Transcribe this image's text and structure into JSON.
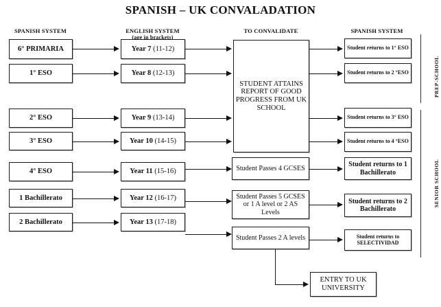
{
  "title": "SPANISH – UK CONVALADATION",
  "headers": {
    "spanish_left": "SPANISH SYSTEM",
    "english": "ENGLISH SYSTEM",
    "english_sub": "(age in brackets)",
    "convalidate": "TO CONVALIDATE",
    "spanish_right": "SPANISH SYSTEM"
  },
  "spanish_left_boxes": [
    {
      "label": "6° PRIMARIA"
    },
    {
      "label": "1° ESO"
    },
    {
      "label": "2° ESO"
    },
    {
      "label": "3° ESO"
    },
    {
      "label": "4° ESO"
    },
    {
      "label": "1 Bachillerato"
    },
    {
      "label": "2 Bachillerato"
    }
  ],
  "english_boxes": [
    {
      "year": "Year 7",
      "age": "(11-12)"
    },
    {
      "year": "Year 8",
      "age": "(12-13)"
    },
    {
      "year": "Year 9",
      "age": "(13-14)"
    },
    {
      "year": "Year 10",
      "age": "(14-15)"
    },
    {
      "year": "Year 11",
      "age": "(15-16)"
    },
    {
      "year": "Year 12",
      "age": "(16-17)"
    },
    {
      "year": "Year 13",
      "age": "(17-18)"
    }
  ],
  "center_boxes": [
    {
      "label": "STUDENT ATTAINS REPORT OF GOOD PROGRESS FROM UK SCHOOL"
    },
    {
      "label": "Student Passes 4 GCSES"
    },
    {
      "label": "Student Passes 5 GCSES or 1 A level or 2 AS Levels"
    },
    {
      "label": "Student Passes 2 A levels"
    }
  ],
  "spanish_right_boxes": [
    {
      "label": "Student returns to 1° ESO"
    },
    {
      "label": "Student returns to 2 °ESO"
    },
    {
      "label": "Student returns to 3° ESO"
    },
    {
      "label": "Student returns to 4 °ESO"
    },
    {
      "label": "Student returns to 1 Bachillerato"
    },
    {
      "label": "Student returns to 2 Bachillerato"
    },
    {
      "label": "Student returns to SELECTIVIDAD"
    }
  ],
  "university_box": {
    "label": "ENTRY TO UK UNIVERSITY"
  },
  "brackets": [
    {
      "label": "PREP-SCHOOL"
    },
    {
      "label": "SENIOR  SCHOOL"
    }
  ],
  "colors": {
    "background": "#ffffff",
    "line": "#111111",
    "text": "#111111",
    "box_shadow": "#b9b9b9"
  }
}
